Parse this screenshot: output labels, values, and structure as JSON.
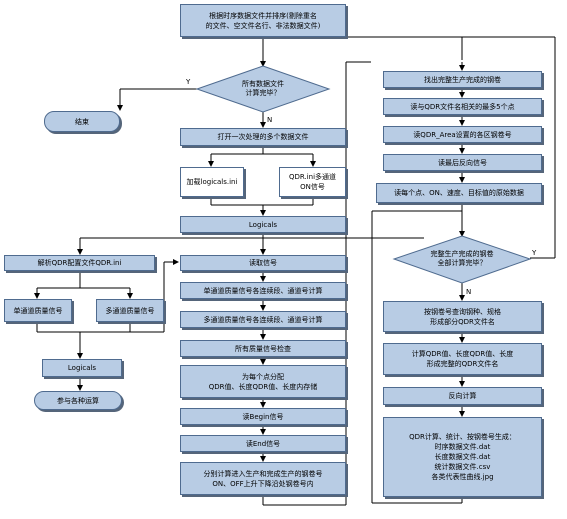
{
  "flowchart": {
    "node_1": "根据时序数据文件并排序(剔除重名\n的文件、空文件名行、非法数据文件)",
    "node_2": "所有数据文件\n计算完毕？",
    "node_3": "结束",
    "node_4": "打开一次处理的多个数据文件",
    "node_5": "加载logicals.ini",
    "node_6": "QDR.ini多通道\nON信号",
    "node_7": "Logicals",
    "node_8": "解析QDR配置文件QDR.ini",
    "node_9": "单通道质量信号",
    "node_10": "多通道质量信号",
    "node_11": "Logicals",
    "node_12": "参与各种运算",
    "node_13": "读取信号",
    "node_14": "单通道质量信号各连续段、通道号计算",
    "node_15": "多通道质量信号各连续段、通道号计算",
    "node_16": "所有质量信号检查",
    "node_17": "为每个点分配\nQDR值、长度QDR值、长度内存储",
    "node_18": "读Begin信号",
    "node_19": "读End信号",
    "node_20": "分别计算进入生产和完成生产的钢卷号\nON、OFF上升下降沿处钢卷号内",
    "node_21": "找出完整生产完成的钢卷",
    "node_22": "读与QDR文件名相关的最多5个点",
    "node_23": "读QDR_Area设置的各区钢卷号",
    "node_24": "读最后反向信号",
    "node_25": "读每个点、ON、速度、目标值的原始数据",
    "node_26": "完整生产完成的钢卷\n全部计算完毕？",
    "node_27": "按钢卷号查询钢种、规格\n形成部分QDR文件名",
    "node_28": "计算QDR值、长度QDR值、长度\n形成完整的QDR文件名",
    "node_29": "反向计算",
    "node_30": "QDR计算、统计、按钢卷号生成：\n时序数据文件.dat\n长度数据文件.dat\n统计数据文件.csv\n各类代表性曲线.jpg"
  },
  "edge_labels": {
    "yes_1": "Y",
    "no_1": "N",
    "yes_2": "Y",
    "no_2": "N"
  }
}
